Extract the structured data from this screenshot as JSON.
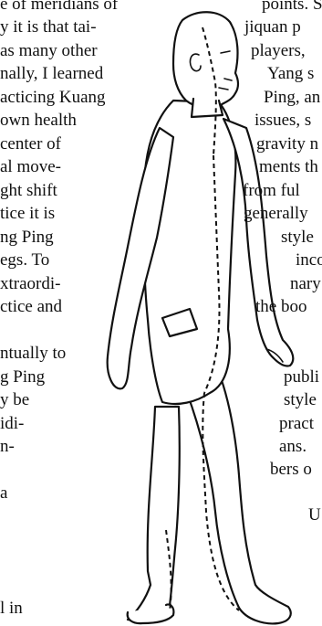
{
  "left_column": [
    "e of meridians of",
    "y it is that tai-",
    "as many other",
    "nally, I learned",
    "acticing Kuang",
    "own health",
    "center of",
    "al move-",
    "ght shift",
    "tice it is",
    "ng Ping",
    "egs. To",
    "xtraordi-",
    "ctice and",
    "",
    "ntually to",
    "g Ping",
    "y be",
    "idi-",
    "n-",
    "a",
    "l in"
  ],
  "right_column": [
    "points.   S",
    "jiquan p",
    "players,",
    "Yang s",
    "Ping, an",
    "issues, s",
    "gravity n",
    "ments th",
    "from ful",
    "generally",
    "style",
    "inco",
    "nary",
    "the  boo",
    "",
    "",
    "publi",
    "style",
    "pract",
    "ans.",
    "bers o",
    "",
    "U"
  ],
  "figure": {
    "icon": "walking-figure-meridian-illustration"
  }
}
